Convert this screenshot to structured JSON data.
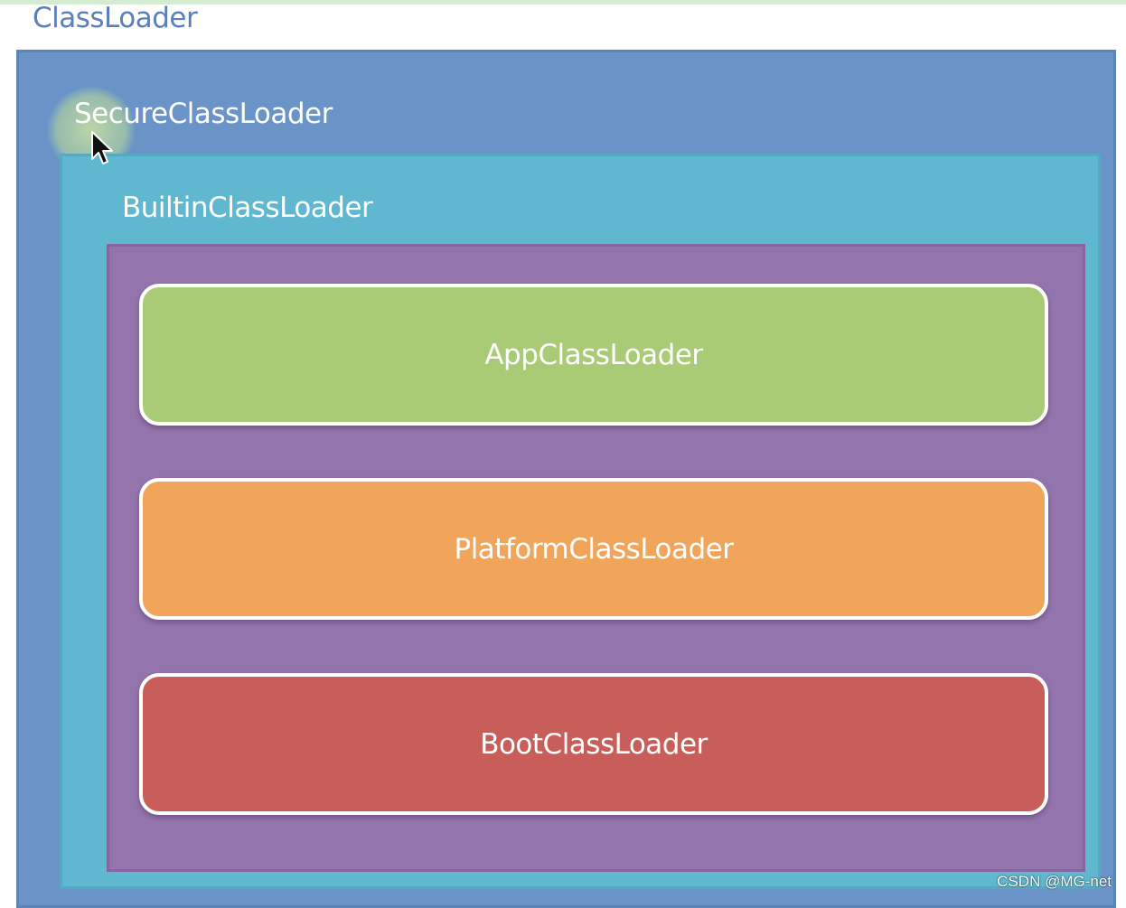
{
  "diagram": {
    "title": "ClassLoader",
    "secure_label": "SecureClassLoader",
    "builtin_label": "BuiltinClassLoader",
    "loaders": [
      {
        "label": "AppClassLoader",
        "color": "#a9cb76"
      },
      {
        "label": "PlatformClassLoader",
        "color": "#f0a55a"
      },
      {
        "label": "BootClassLoader",
        "color": "#c85e5a"
      }
    ]
  },
  "colors": {
    "title": "#5a7fbd",
    "secure_box": "#6a94c8",
    "builtin_box": "#5fb8cf",
    "inner_box": "#9474ad"
  },
  "pointer": {
    "icon": "mouse-pointer-icon"
  },
  "watermark": "CSDN @MG-net"
}
